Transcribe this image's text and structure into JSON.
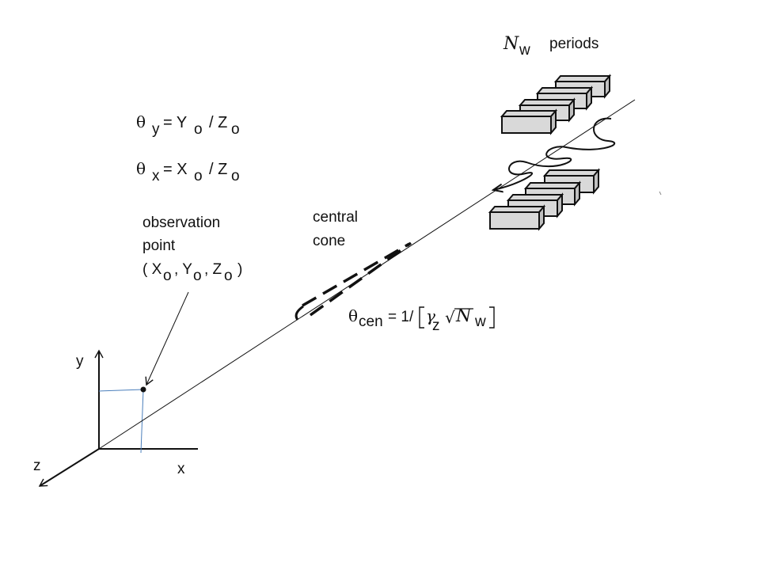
{
  "header": {
    "n_symbol": "N",
    "n_sub": "w",
    "periods": "periods"
  },
  "equations": {
    "theta": "θ",
    "theta_y_sub": "y",
    "theta_x_sub": "x",
    "eq_y_rhs": "=  Y",
    "eq_x_rhs": "=  X",
    "o": "o",
    "slash_z": "/ Z"
  },
  "observation": {
    "line1": "observation",
    "line2": "point",
    "coord_open": "( X",
    "o": "o",
    "comma_y": ", Y",
    "comma_z": ", Z",
    "close": ")"
  },
  "cone": {
    "line1": "central",
    "line2": "cone"
  },
  "theta_cen": {
    "theta": "θ",
    "sub": "cen",
    "eq": "= 1/",
    "gamma": "γ",
    "gamma_sub": "z",
    "sqrt": "√",
    "n": "N",
    "n_sub": "w"
  },
  "axes": {
    "y": "y",
    "x": "x",
    "z": "z"
  },
  "colors": {
    "magnet_fill": "#d9d9d9",
    "magnet_stroke": "#111111",
    "projection_line": "#4a7ebb",
    "ink": "#111111"
  }
}
